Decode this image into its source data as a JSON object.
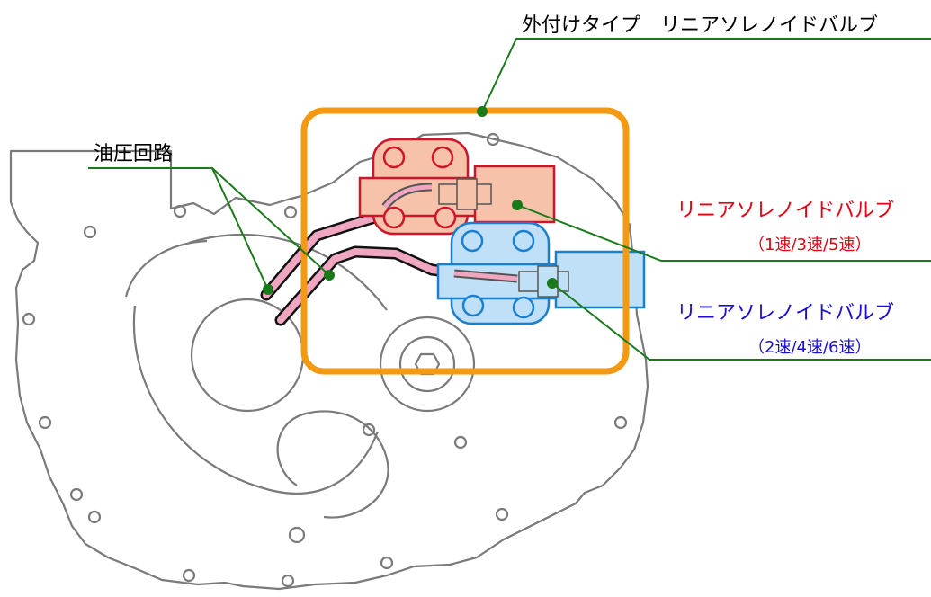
{
  "labels": {
    "title": "外付けタイプ　リニアソレノイドバルブ",
    "hydraulic_circuit": "油圧回路",
    "valve_red_name": "リニアソレノイドバルブ",
    "valve_red_speeds": "（1速/3速/5速）",
    "valve_blue_name": "リニアソレノイドバルブ",
    "valve_blue_speeds": "（2速/4速/6速）"
  },
  "colors": {
    "highlight_frame": "#f39a12",
    "leader_line": "#1a7a1a",
    "red_valve_fill": "#f6c2aa",
    "red_valve_stroke": "#d0142a",
    "red_label": "#e60012",
    "blue_valve_fill": "#bfe0f7",
    "blue_valve_stroke": "#1b7fd0",
    "blue_label": "#1a0dd4",
    "pipe_fill": "#f0a6c0",
    "case_outline": "#777777"
  }
}
